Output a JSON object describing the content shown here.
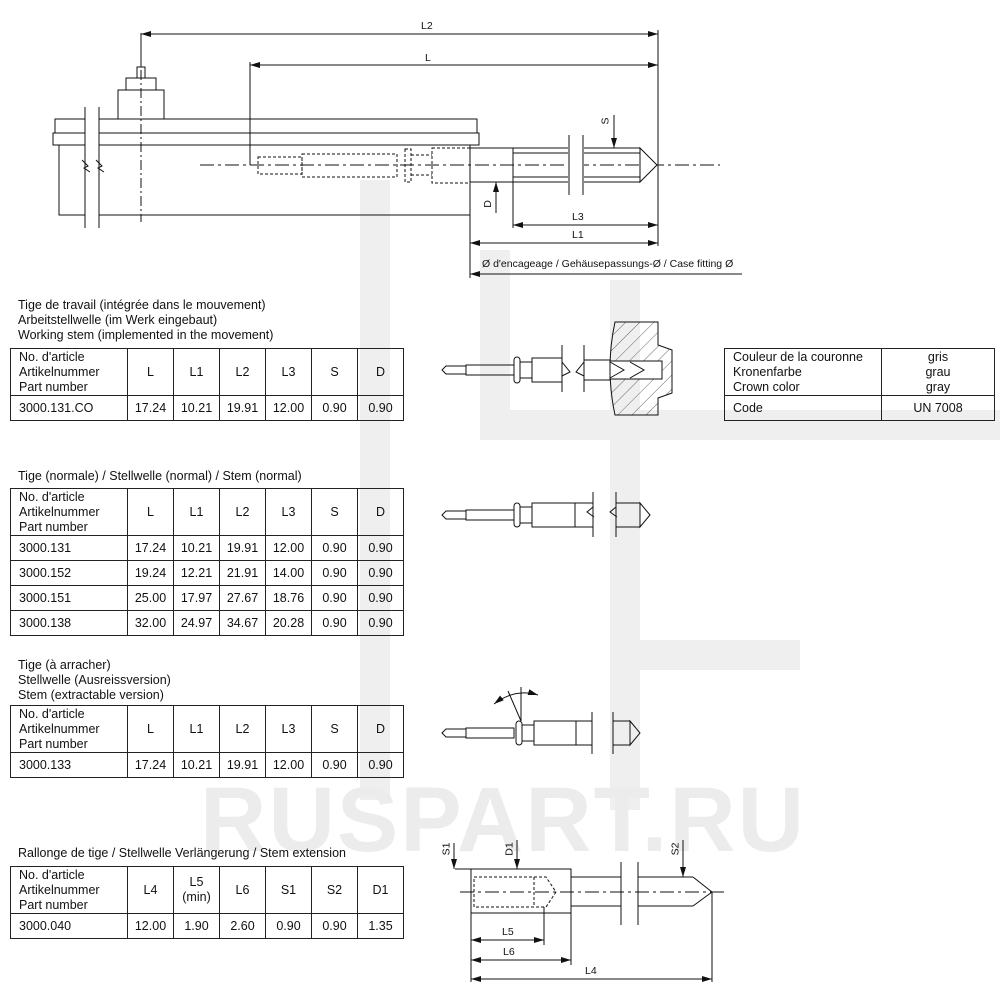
{
  "watermark": "RUSPART.RU",
  "main_drawing": {
    "labels": {
      "L2": "L2",
      "L": "L",
      "S": "S",
      "D": "D",
      "L3": "L3",
      "L1": "L1"
    },
    "case_fitting_label": "Ø d'encageage / Gehäusepassungs-Ø / Case fitting Ø"
  },
  "working_stem": {
    "caption": [
      "Tige de travail (intégrée dans le mouvement)",
      "Arbeitstellwelle (im Werk eingebaut)",
      "Working stem (implemented in the movement)"
    ],
    "header": {
      "part": [
        "No. d'article",
        "Artikelnummer",
        "Part number"
      ],
      "cols": [
        "L",
        "L1",
        "L2",
        "L3",
        "S",
        "D"
      ]
    },
    "rows": [
      {
        "part": "3000.131.CO",
        "values": [
          "17.24",
          "10.21",
          "19.91",
          "12.00",
          "0.90",
          "0.90"
        ]
      }
    ]
  },
  "crown_color": {
    "label": [
      "Couleur de la couronne",
      "Kronenfarbe",
      "Crown color"
    ],
    "value": [
      "gris",
      "grau",
      "gray"
    ],
    "code_label": "Code",
    "code_value": "UN 7008"
  },
  "normal_stem": {
    "caption": [
      "Tige (normale) / Stellwelle (normal) / Stem (normal)"
    ],
    "header": {
      "part": [
        "No. d'article",
        "Artikelnummer",
        "Part number"
      ],
      "cols": [
        "L",
        "L1",
        "L2",
        "L3",
        "S",
        "D"
      ]
    },
    "rows": [
      {
        "part": "3000.131",
        "values": [
          "17.24",
          "10.21",
          "19.91",
          "12.00",
          "0.90",
          "0.90"
        ]
      },
      {
        "part": "3000.152",
        "values": [
          "19.24",
          "12.21",
          "21.91",
          "14.00",
          "0.90",
          "0.90"
        ]
      },
      {
        "part": "3000.151",
        "values": [
          "25.00",
          "17.97",
          "27.67",
          "18.76",
          "0.90",
          "0.90"
        ]
      },
      {
        "part": "3000.138",
        "values": [
          "32.00",
          "24.97",
          "34.67",
          "20.28",
          "0.90",
          "0.90"
        ]
      }
    ]
  },
  "extractable_stem": {
    "caption": [
      "Tige (à arracher)",
      "Stellwelle (Ausreissversion)",
      "Stem (extractable version)"
    ],
    "header": {
      "part": [
        "No. d'article",
        "Artikelnummer",
        "Part number"
      ],
      "cols": [
        "L",
        "L1",
        "L2",
        "L3",
        "S",
        "D"
      ]
    },
    "rows": [
      {
        "part": "3000.133",
        "values": [
          "17.24",
          "10.21",
          "19.91",
          "12.00",
          "0.90",
          "0.90"
        ]
      }
    ]
  },
  "stem_extension": {
    "caption": [
      "Rallonge de tige / Stellwelle Verlängerung / Stem extension"
    ],
    "header": {
      "part": [
        "No. d'article",
        "Artikelnummer",
        "Part number"
      ],
      "cols": [
        "L4",
        "L5",
        "L6",
        "S1",
        "S2",
        "D1"
      ],
      "col_sub": {
        "L5": "(min)"
      }
    },
    "rows": [
      {
        "part": "3000.040",
        "values": [
          "12.00",
          "1.90",
          "2.60",
          "0.90",
          "0.90",
          "1.35"
        ]
      }
    ],
    "labels": {
      "S1": "S1",
      "D1": "D1",
      "S2": "S2",
      "L5": "L5",
      "L6": "L6",
      "L4": "L4"
    }
  }
}
